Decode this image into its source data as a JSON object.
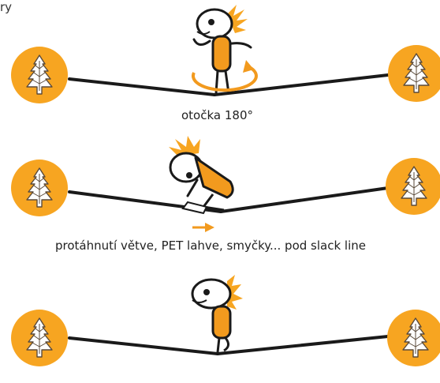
{
  "corner_text": "ry",
  "captions": {
    "spin": "otočka 180°",
    "obstacle": "protáhnutí větve, PET lahve, smyčky... pod slack line"
  },
  "colors": {
    "tree_circle": "#F7A521",
    "tree_fill": "#FFFFFF",
    "tree_stroke": "#5A4A3A",
    "line": "#1a1a1a",
    "figure_body": "#F29A1E",
    "figure_outline": "#1a1a1a",
    "hair": "#F7A521",
    "arrow": "#F29A1E"
  },
  "icons": [
    "tree-icon",
    "rotation-arrow-icon",
    "direction-arrow-icon",
    "figure-icon"
  ]
}
